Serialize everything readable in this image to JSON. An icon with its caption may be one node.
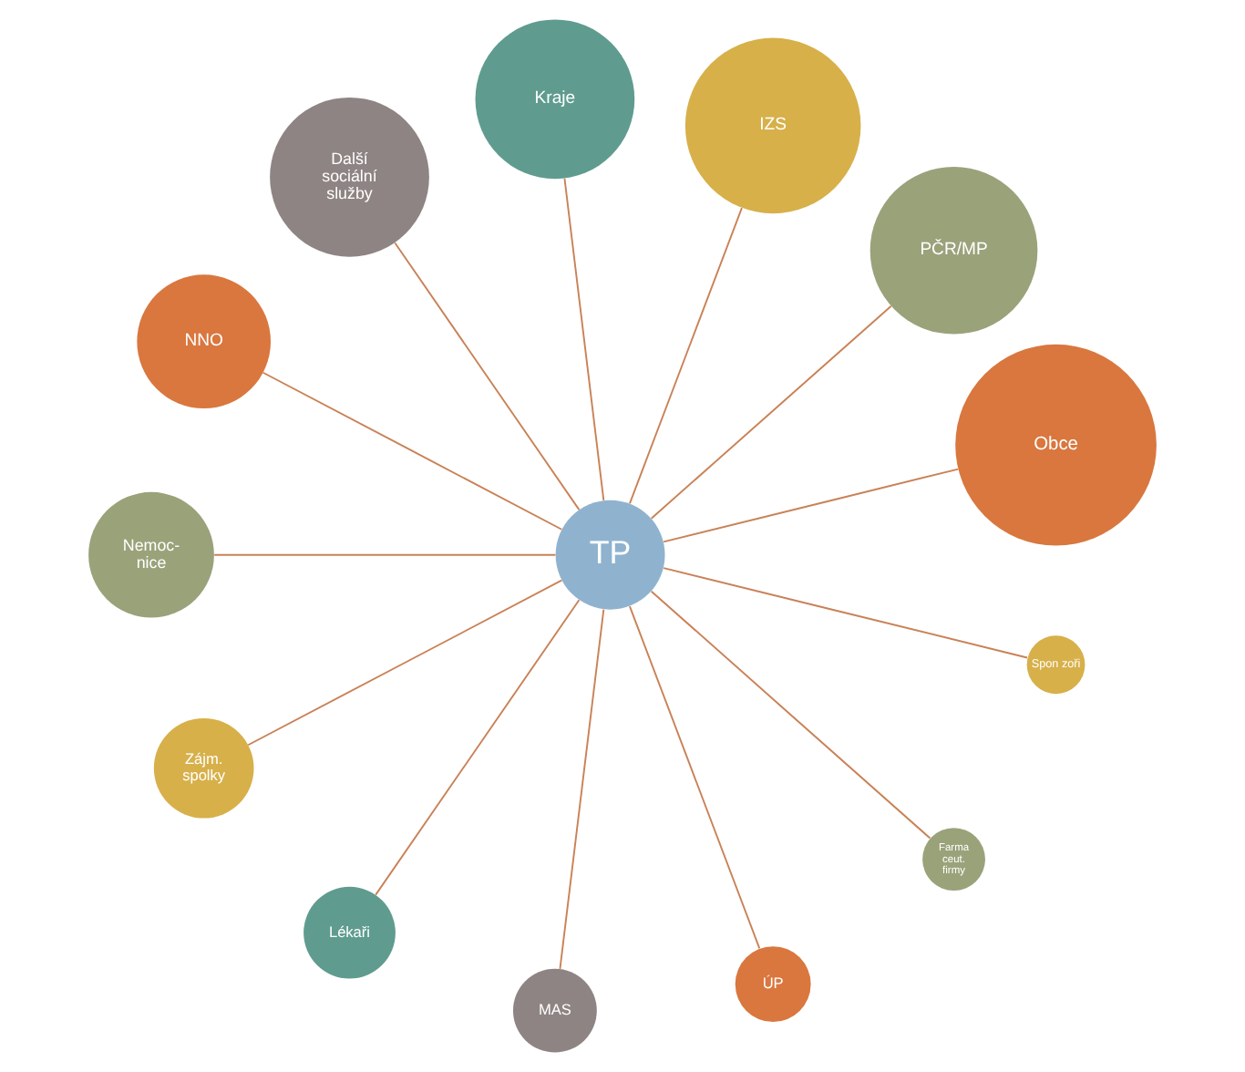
{
  "diagram": {
    "nodes": [
      {
        "text": [
          "TP"
        ]
      },
      {
        "text": [
          "Obce"
        ]
      },
      {
        "text": [
          "PČR/MP"
        ]
      },
      {
        "text": [
          "IZS"
        ]
      },
      {
        "text": [
          "Kraje"
        ]
      },
      {
        "text": [
          "Další sociální služby"
        ]
      },
      {
        "text": [
          "NNO"
        ]
      },
      {
        "text": [
          "Nemoc- nice"
        ]
      },
      {
        "text": [
          "Zájm. spolky"
        ]
      },
      {
        "text": [
          "Lékaři"
        ]
      },
      {
        "text": [
          "MAS"
        ]
      },
      {
        "text": [
          "ÚP"
        ]
      },
      {
        "text": [
          "Farma ceut. firmy"
        ]
      },
      {
        "text": [
          "Spon zoři"
        ]
      }
    ],
    "edges": [
      {
        "from": 0,
        "to": 1,
        "arrow": "none"
      },
      {
        "from": 0,
        "to": 2,
        "arrow": "none"
      },
      {
        "from": 0,
        "to": 3,
        "arrow": "none"
      },
      {
        "from": 0,
        "to": 4,
        "arrow": "none"
      },
      {
        "from": 0,
        "to": 5,
        "arrow": "none"
      },
      {
        "from": 0,
        "to": 6,
        "arrow": "none"
      },
      {
        "from": 0,
        "to": 7,
        "arrow": "none"
      },
      {
        "from": 0,
        "to": 8,
        "arrow": "none"
      },
      {
        "from": 0,
        "to": 9,
        "arrow": "none"
      },
      {
        "from": 0,
        "to": 10,
        "arrow": "none"
      },
      {
        "from": 0,
        "to": 11,
        "arrow": "none"
      },
      {
        "from": 0,
        "to": 12,
        "arrow": "none"
      },
      {
        "from": 0,
        "to": 13,
        "arrow": "none"
      }
    ]
  }
}
